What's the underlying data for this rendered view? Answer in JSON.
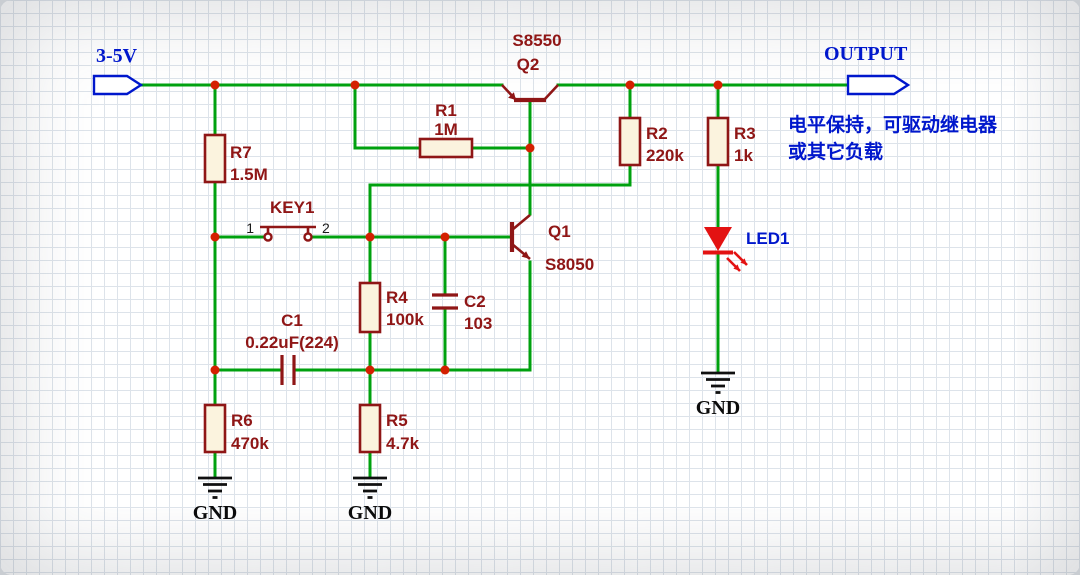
{
  "ports": {
    "power": "3-5V",
    "output": "OUTPUT"
  },
  "note": {
    "line1": "电平保持，可驱动继电器",
    "line2": "或其它负载"
  },
  "components": {
    "q2": {
      "part": "S8550",
      "ref": "Q2"
    },
    "q1": {
      "ref": "Q1",
      "part": "S8050"
    },
    "r1": {
      "ref": "R1",
      "value": "1M"
    },
    "r2": {
      "ref": "R2",
      "value": "220k"
    },
    "r3": {
      "ref": "R3",
      "value": "1k"
    },
    "r4": {
      "ref": "R4",
      "value": "100k"
    },
    "r5": {
      "ref": "R5",
      "value": "4.7k"
    },
    "r6": {
      "ref": "R6",
      "value": "470k"
    },
    "r7": {
      "ref": "R7",
      "value": "1.5M"
    },
    "c1": {
      "ref": "C1",
      "value": "0.22uF(224)"
    },
    "c2": {
      "ref": "C2",
      "value": "103"
    },
    "key1": {
      "ref": "KEY1",
      "pin1": "1",
      "pin2": "2"
    },
    "led1": {
      "ref": "LED1"
    }
  },
  "grounds": {
    "gnd1": "GND",
    "gnd2": "GND",
    "gnd3": "GND"
  },
  "colors": {
    "wire": "#00A10F",
    "symbol": "#8F1616",
    "junction": "#D42000",
    "port_blue": "#0017CC",
    "led_red": "#E31212",
    "grid": "#dde3ea",
    "text_black": "#101010"
  }
}
